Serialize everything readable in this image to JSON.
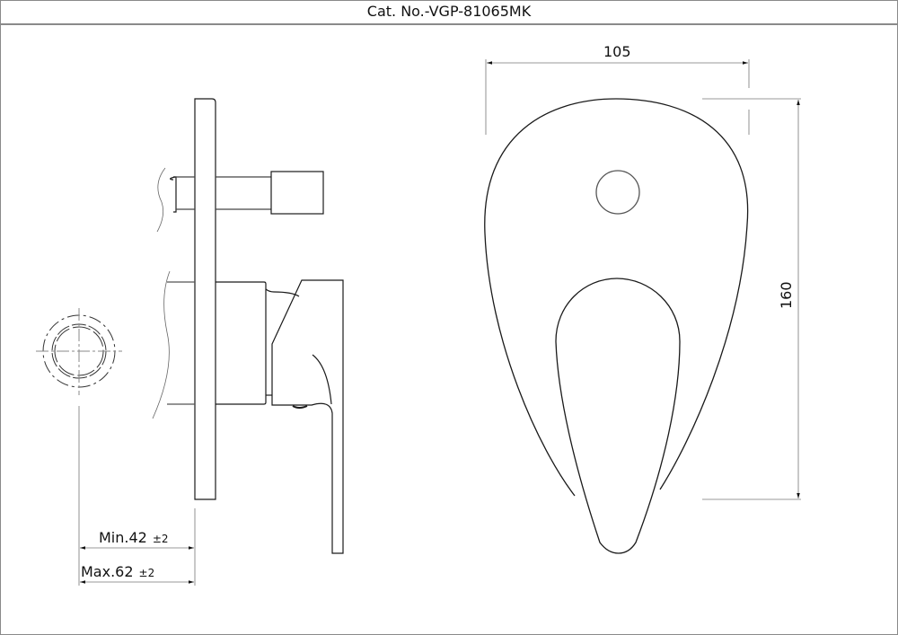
{
  "title": {
    "catalog_label": "Cat. No.-VGP-81065MK"
  },
  "dimensions": {
    "width": "105",
    "height": "160",
    "min_depth": {
      "label": "Min.42",
      "tolerance": "±2"
    },
    "max_depth": {
      "label": "Max.62",
      "tolerance": "±2"
    }
  },
  "views": {
    "left": "end-view-circle",
    "middle": "side-view",
    "right": "front-view"
  },
  "colors": {
    "line": "#1a1a1a",
    "dimension_line": "#777777",
    "border": "#8a8a8a"
  }
}
